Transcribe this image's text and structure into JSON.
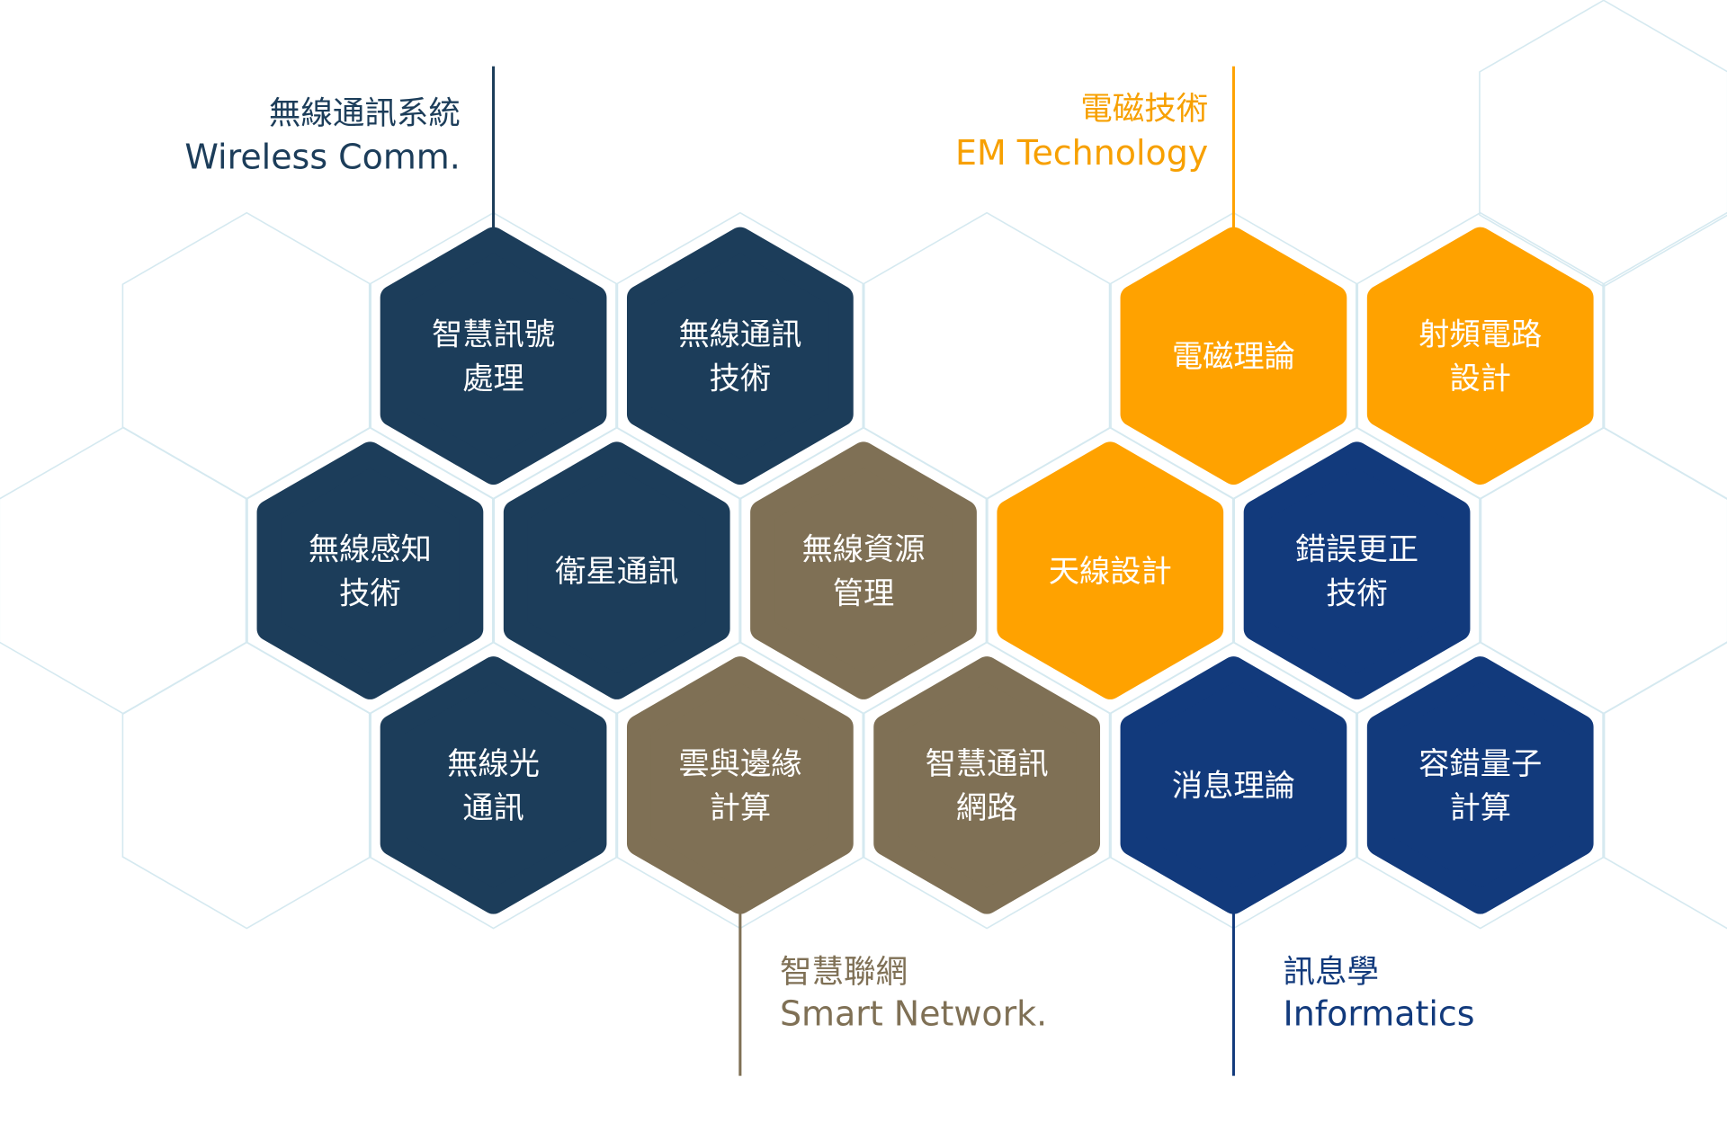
{
  "colors": {
    "navy": "#1c3d5a",
    "brown": "#7f7055",
    "orange": "#ffa200",
    "blue": "#123a7c",
    "grid": "#d5e9f0"
  },
  "groups": {
    "wireless": {
      "zh": "無線通訊系統",
      "en": "Wireless Comm."
    },
    "em": {
      "zh": "電磁技術",
      "en": "EM Technology"
    },
    "smart": {
      "zh": "智慧聯網",
      "en": "Smart Network."
    },
    "info": {
      "zh": "訊息學",
      "en": "Informatics"
    }
  },
  "hexes": [
    {
      "group": "wireless",
      "color": "navy",
      "lines": [
        "智慧訊號",
        "處理"
      ]
    },
    {
      "group": "wireless",
      "color": "navy",
      "lines": [
        "無線通訊",
        "技術"
      ]
    },
    {
      "group": "em",
      "color": "orange",
      "lines": [
        "電磁理論"
      ]
    },
    {
      "group": "em",
      "color": "orange",
      "lines": [
        "射頻電路",
        "設計"
      ]
    },
    {
      "group": "wireless",
      "color": "navy",
      "lines": [
        "無線感知",
        "技術"
      ]
    },
    {
      "group": "wireless",
      "color": "navy",
      "lines": [
        "衛星通訊"
      ]
    },
    {
      "group": "smart",
      "color": "brown",
      "lines": [
        "無線資源",
        "管理"
      ]
    },
    {
      "group": "em",
      "color": "orange",
      "lines": [
        "天線設計"
      ]
    },
    {
      "group": "info",
      "color": "blue",
      "lines": [
        "錯誤更正",
        "技術"
      ]
    },
    {
      "group": "wireless",
      "color": "navy",
      "lines": [
        "無線光",
        "通訊"
      ]
    },
    {
      "group": "smart",
      "color": "brown",
      "lines": [
        "雲與邊緣",
        "計算"
      ]
    },
    {
      "group": "smart",
      "color": "brown",
      "lines": [
        "智慧通訊",
        "網路"
      ]
    },
    {
      "group": "info",
      "color": "blue",
      "lines": [
        "消息理論"
      ]
    },
    {
      "group": "info",
      "color": "blue",
      "lines": [
        "容錯量子",
        "計算"
      ]
    }
  ]
}
